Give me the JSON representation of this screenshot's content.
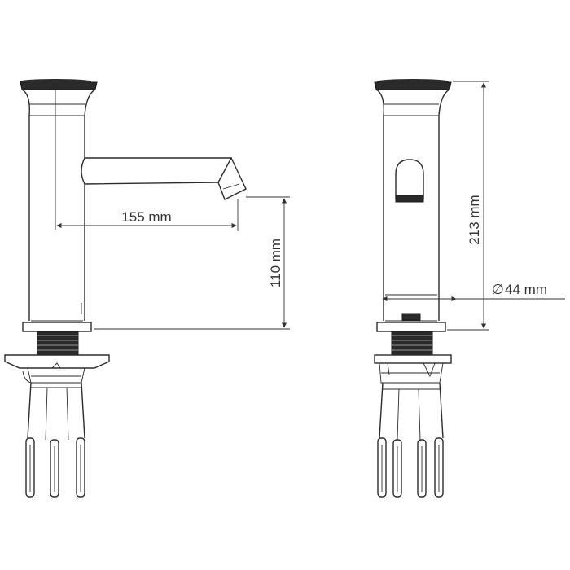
{
  "dimensions": {
    "spout_reach": "155 mm",
    "spout_height": "110 mm",
    "total_height": "213 mm",
    "diameter": "44 mm",
    "diameter_symbol": "∅"
  },
  "colors": {
    "line": "#2b2b2b",
    "dimension": "#333333",
    "background": "#ffffff"
  }
}
